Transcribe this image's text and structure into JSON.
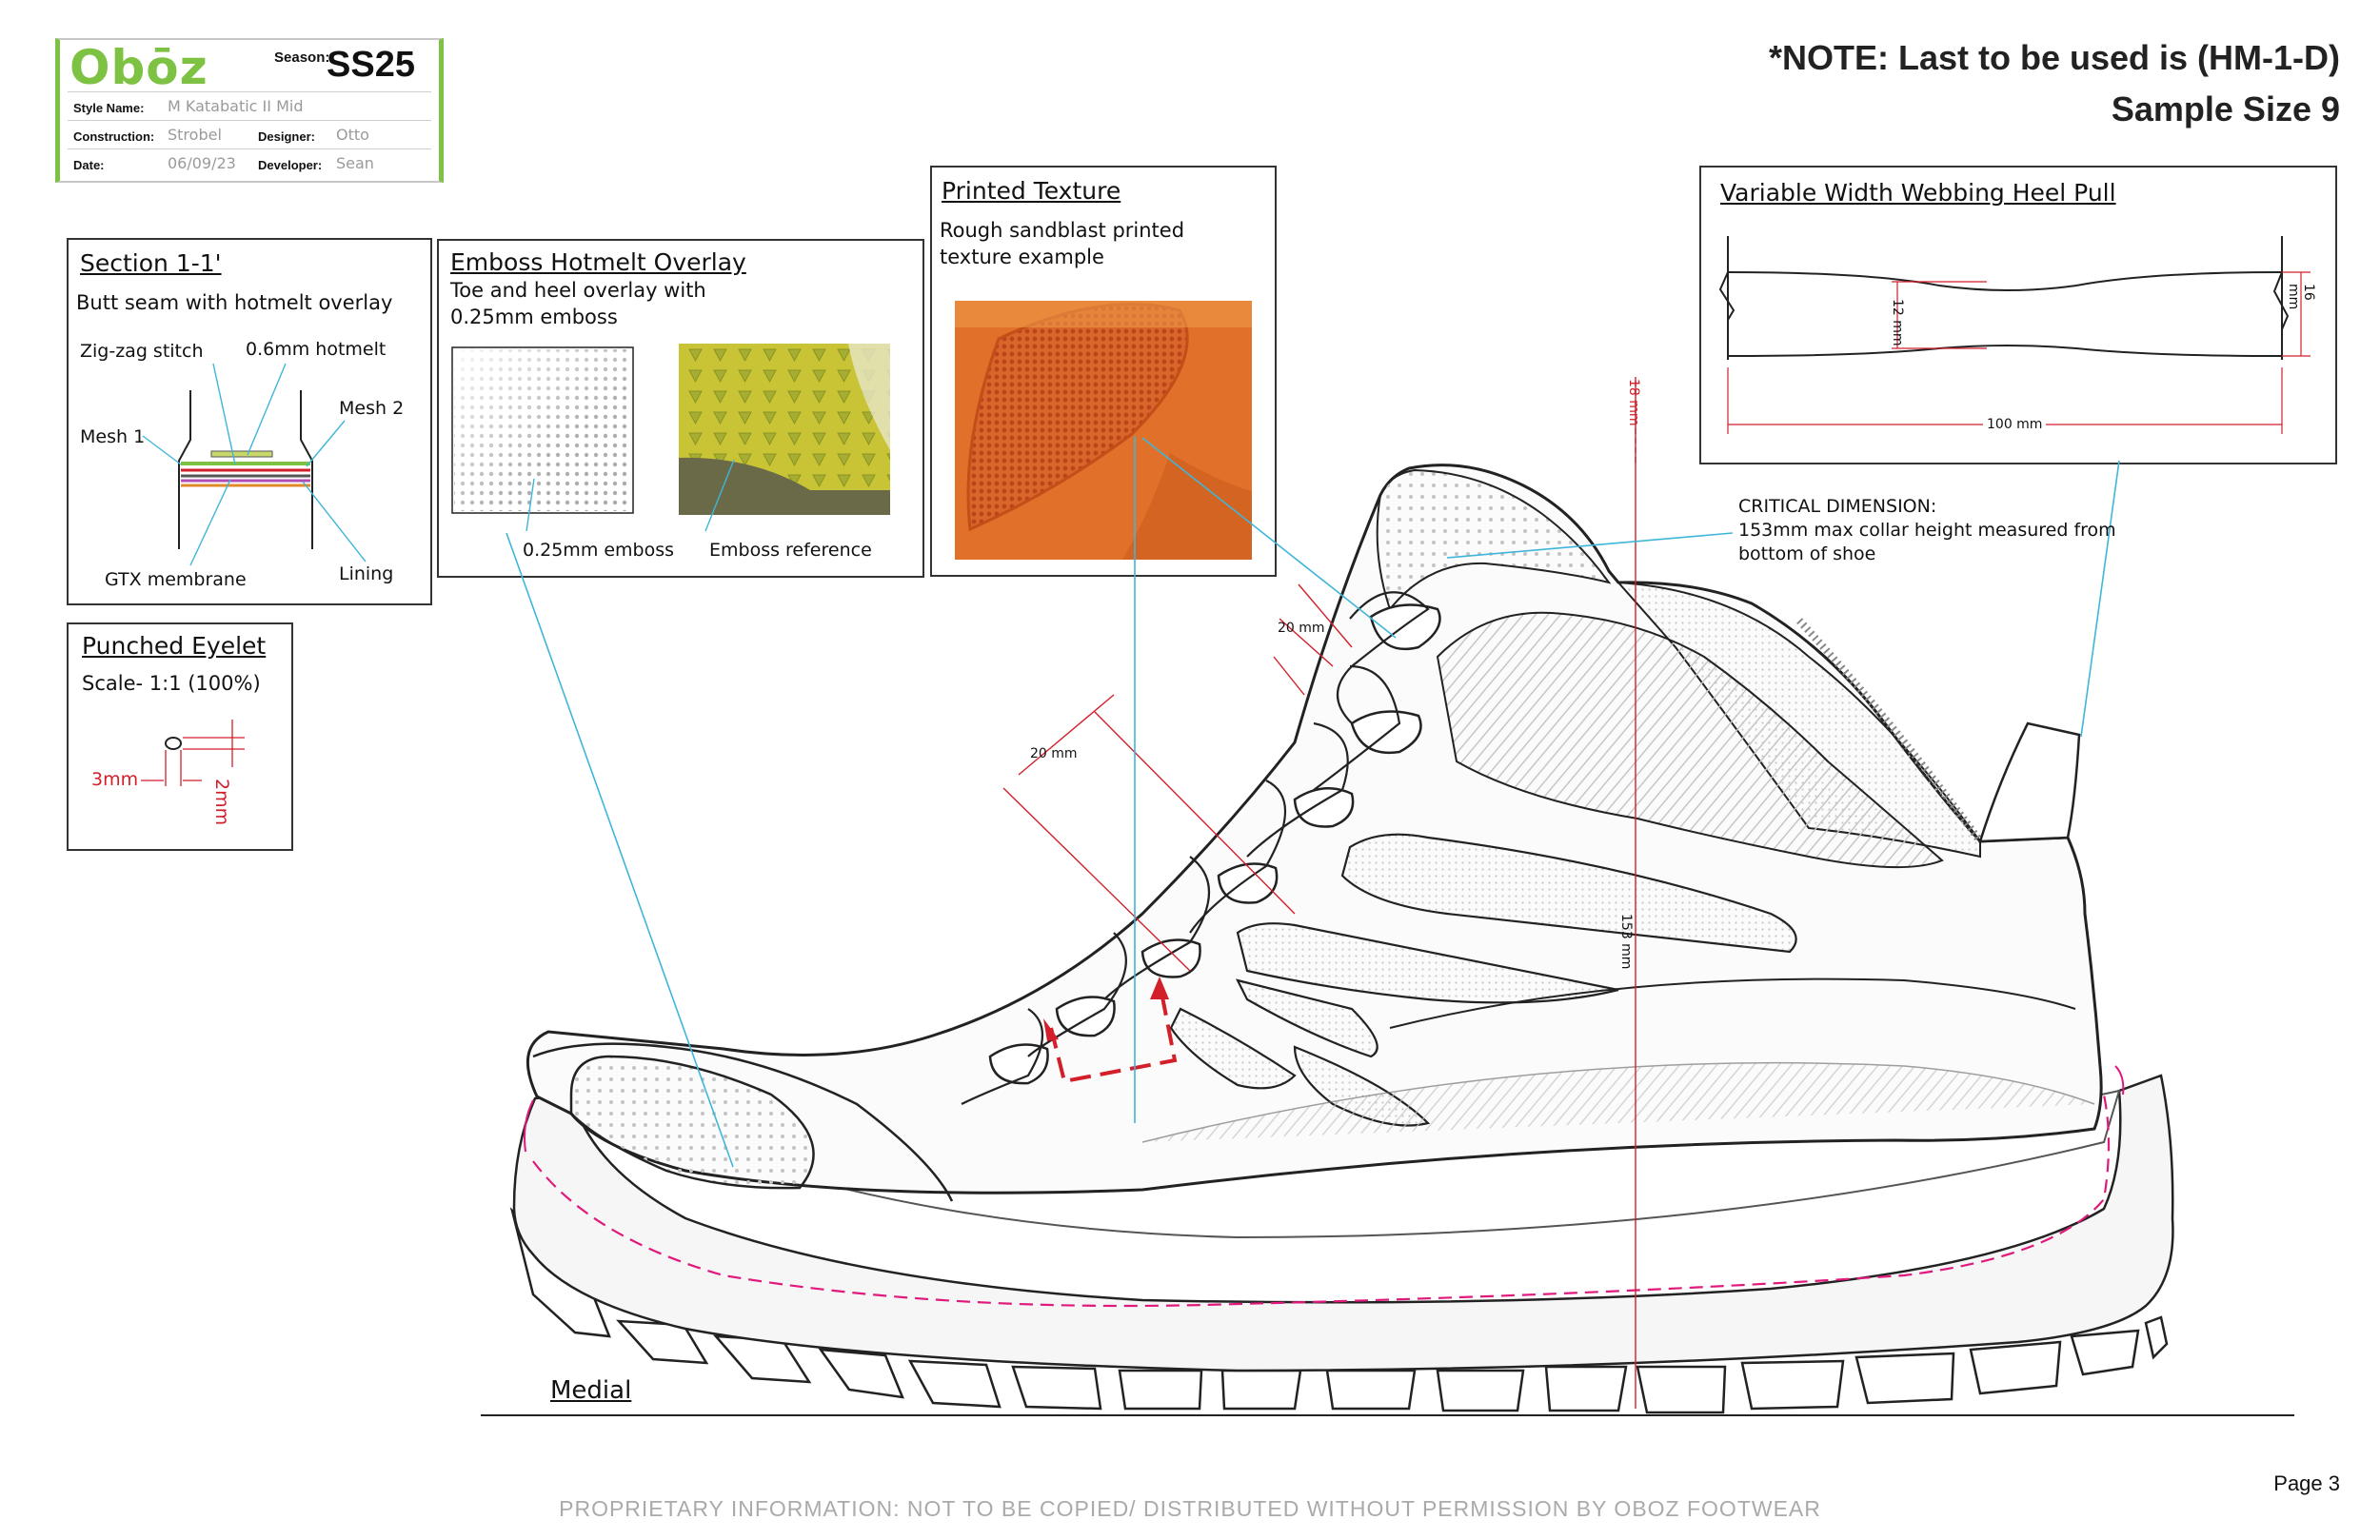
{
  "title_block": {
    "logo": "Obōz",
    "season_label": "Season:",
    "season": "SS25",
    "style_name_label": "Style Name:",
    "style_name": "M Katabatic II Mid",
    "construction_label": "Construction:",
    "construction": "Strobel",
    "designer_label": "Designer:",
    "designer": "Otto",
    "date_label": "Date:",
    "date": "06/09/23",
    "developer_label": "Developer:",
    "developer": "Sean"
  },
  "note": {
    "last": "*NOTE: Last to be used is  (HM-1-D)",
    "sample": "Sample Size 9"
  },
  "section": {
    "title": "Section 1-1'",
    "subtitle": "Butt seam with hotmelt overlay",
    "zigzag": "Zig-zag stitch",
    "hotmelt": "0.6mm hotmelt",
    "mesh1": "Mesh 1",
    "mesh2": "Mesh 2",
    "gtx": "GTX membrane",
    "lining": "Lining"
  },
  "eyelet": {
    "title": "Punched Eyelet",
    "scale": "Scale- 1:1 (100%)",
    "w": "3mm",
    "h": "2mm"
  },
  "emboss": {
    "title": "Emboss Hotmelt Overlay",
    "desc": "Toe and heel overlay with 0.25mm emboss",
    "cap1": "0.25mm emboss",
    "cap2": "Emboss reference"
  },
  "printed": {
    "title": "Printed Texture",
    "desc": "Rough sandblast printed texture example"
  },
  "heelpull": {
    "title": "Variable Width Webbing Heel Pull",
    "d12": "12 mm",
    "d16": "16 mm",
    "d100": "100 mm"
  },
  "critical": {
    "line1": "CRITICAL DIMENSION:",
    "line2": "153mm max collar height measured from",
    "line3": "bottom of shoe"
  },
  "dims": {
    "d18": "18 mm",
    "d20a": "20 mm",
    "d20b": "20 mm",
    "d153": "153 mm"
  },
  "medial": "Medial",
  "page": "Page 3",
  "footer": "PROPRIETARY INFORMATION: NOT TO BE COPIED/ DISTRIBUTED WITHOUT PERMISSION BY OBOZ FOOTWEAR",
  "colors": {
    "brand_green": "#7dc242",
    "dimension_red": "#d21f2a",
    "callout_blue": "#3fb6d9",
    "stitch_magenta": "#e0197d",
    "texture_orange": "#e0702a"
  }
}
